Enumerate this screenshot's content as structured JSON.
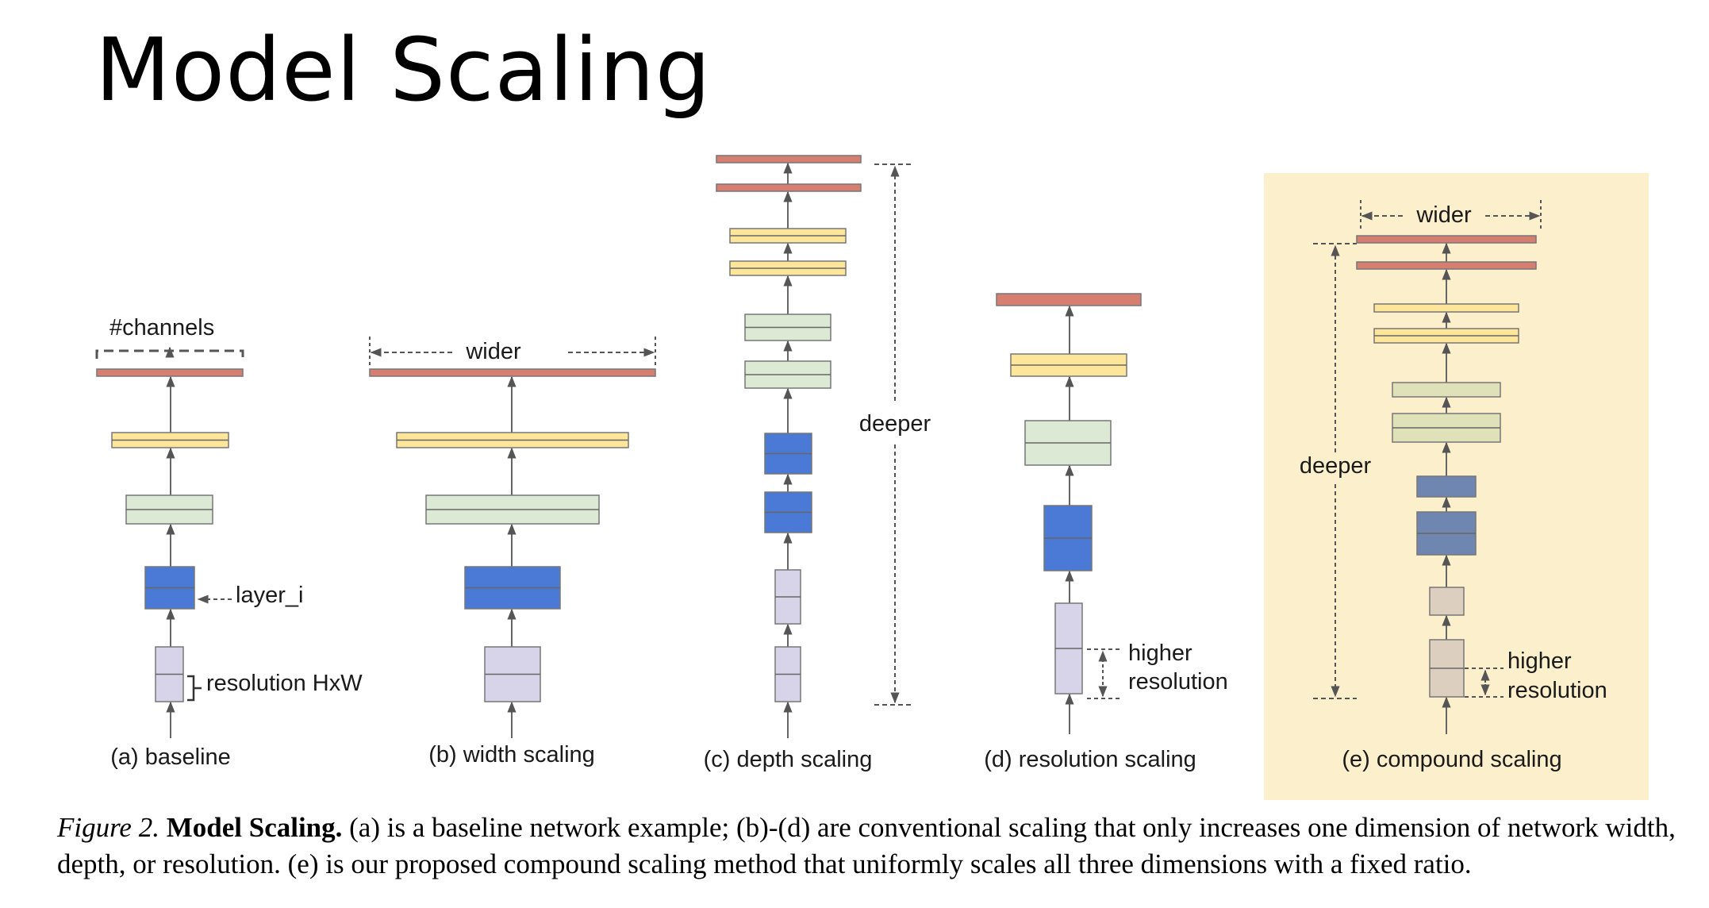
{
  "title": "Model Scaling",
  "colors": {
    "red": "#d67f70",
    "yellow": "#fde59a",
    "green": "#dcead5",
    "blue": "#4a79d6",
    "lavender": "#d7d3e8",
    "olive": "#dfe2b9",
    "slate": "#6f86b0",
    "tan": "#dccfbf",
    "highlight": "#fcefcc"
  },
  "panels": {
    "a": {
      "label": "(a) baseline",
      "channels": "#channels",
      "layer": "layer_i",
      "resolution": "resolution HxW"
    },
    "b": {
      "label": "(b) width scaling",
      "wider": "wider"
    },
    "c": {
      "label": "(c) depth scaling",
      "deeper": "deeper"
    },
    "d": {
      "label": "(d) resolution scaling",
      "higher": "higher",
      "resolution": "resolution"
    },
    "e": {
      "label": "(e) compound scaling",
      "wider": "wider",
      "deeper": "deeper",
      "higher": "higher",
      "resolution": "resolution"
    }
  },
  "caption": {
    "figure": "Figure 2.",
    "bold": "Model Scaling.",
    "text": " (a) is a baseline network example; (b)-(d) are conventional scaling that only increases one dimension of network width, depth, or resolution. (e) is our proposed compound scaling method that uniformly scales all three dimensions with a fixed ratio."
  }
}
